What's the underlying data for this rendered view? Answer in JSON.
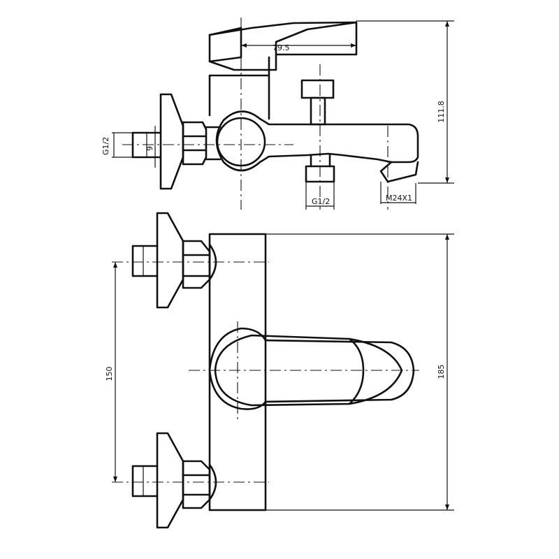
{
  "dimensions": {
    "spout_reach": "79.5",
    "overall_height": "111.8",
    "inlet_thread_side": "G1/2",
    "inlet_offset": "9",
    "outlet_thread": "G1/2",
    "spout_thread": "M24X1",
    "inlet_centres": "150",
    "overall_width": "185"
  },
  "colors": {
    "line": "#111111",
    "background": "#ffffff"
  }
}
